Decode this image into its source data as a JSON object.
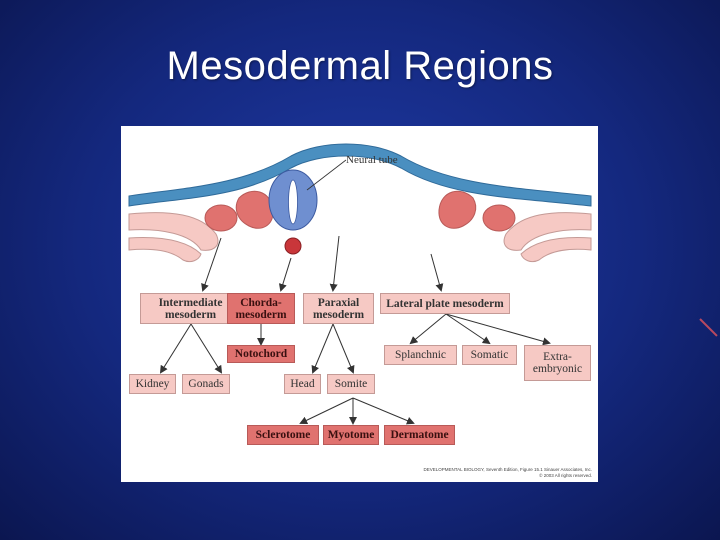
{
  "slide": {
    "title": "Mesodermal  Regions"
  },
  "figure": {
    "label_neural_tube": "Neural tube",
    "boxes": {
      "intermediate": "Intermediate\nmesoderm",
      "chorda": "Chorda-\nmesoderm",
      "paraxial": "Paraxial\nmesoderm",
      "lateral": "Lateral plate mesoderm",
      "notochord": "Notochord",
      "kidney": "Kidney",
      "gonads": "Gonads",
      "head": "Head",
      "somite": "Somite",
      "splanchnic": "Splanchnic",
      "somatic": "Somatic",
      "extraembryonic": "Extra-\nembryonic",
      "sclerotome": "Sclerotome",
      "myotome": "Myotome",
      "dermatome": "Dermatome"
    },
    "credit_line1": "DEVELOPMENTAL BIOLOGY, Seventh Edition, Figure 15.1 Sinauer Associates, Inc.",
    "credit_line2": "© 2003 All rights reserved."
  },
  "colors": {
    "background": "#14287e",
    "ectoderm": "#4a8fc0",
    "mesoderm_dark": "#e0726f",
    "mesoderm_light": "#f6c9c4"
  }
}
